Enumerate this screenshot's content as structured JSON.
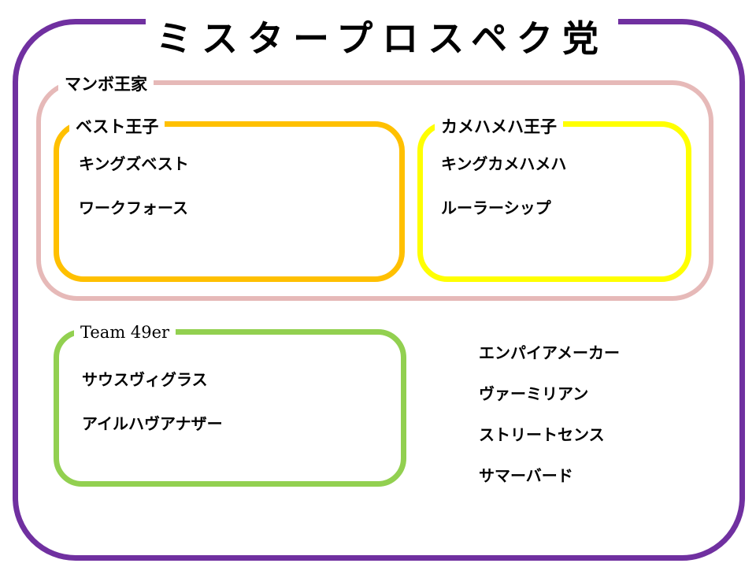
{
  "title": "ミスタープロスペク党",
  "mambo": {
    "label": "マンボ王家",
    "best": {
      "label": "ベスト王子",
      "items": [
        "キングズベスト",
        "ワークフォース"
      ]
    },
    "kamehameha": {
      "label": "カメハメハ王子",
      "items": [
        "キングカメハメハ",
        "ルーラーシップ"
      ]
    }
  },
  "team49er": {
    "label": "Team 49er",
    "items": [
      "サウスヴィグラス",
      "アイルハヴアナザー"
    ]
  },
  "others": {
    "items": [
      "エンパイアメーカー",
      "ヴァーミリアン",
      "ストリートセンス",
      "サマーバード"
    ]
  },
  "colors": {
    "outer_frame": "#7030a0",
    "mambo_frame": "#e6b9b8",
    "best_frame": "#ffc000",
    "kamehameha_frame": "#ffff00",
    "team49er_frame": "#92d050"
  }
}
